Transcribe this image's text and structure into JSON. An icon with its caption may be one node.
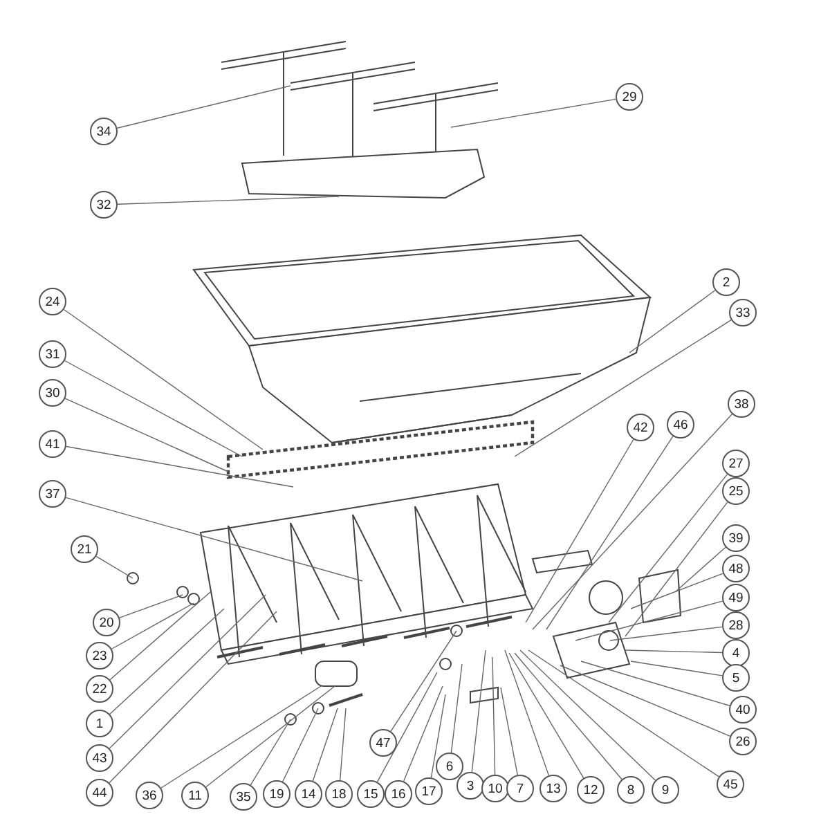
{
  "diagram": {
    "nodes": [
      {
        "text": [
          "34"
        ]
      },
      {
        "text": [
          "29"
        ]
      },
      {
        "text": [
          "32"
        ]
      },
      {
        "text": [
          "24"
        ]
      },
      {
        "text": [
          "2"
        ]
      },
      {
        "text": [
          "33"
        ]
      },
      {
        "text": [
          "31"
        ]
      },
      {
        "text": [
          "30"
        ]
      },
      {
        "text": [
          "38"
        ]
      },
      {
        "text": [
          "42"
        ]
      },
      {
        "text": [
          "46"
        ]
      },
      {
        "text": [
          "41"
        ]
      },
      {
        "text": [
          "27"
        ]
      },
      {
        "text": [
          "25"
        ]
      },
      {
        "text": [
          "37"
        ]
      },
      {
        "text": [
          "21"
        ]
      },
      {
        "text": [
          "39"
        ]
      },
      {
        "text": [
          "48"
        ]
      },
      {
        "text": [
          "20"
        ]
      },
      {
        "text": [
          "49"
        ]
      },
      {
        "text": [
          "28"
        ]
      },
      {
        "text": [
          "23"
        ]
      },
      {
        "text": [
          "4"
        ]
      },
      {
        "text": [
          "22"
        ]
      },
      {
        "text": [
          "5"
        ]
      },
      {
        "text": [
          "40"
        ]
      },
      {
        "text": [
          "1"
        ]
      },
      {
        "text": [
          "26"
        ]
      },
      {
        "text": [
          "47"
        ]
      },
      {
        "text": [
          "6"
        ]
      },
      {
        "text": [
          "43"
        ]
      },
      {
        "text": [
          "45"
        ]
      },
      {
        "text": [
          "3"
        ]
      },
      {
        "text": [
          "10"
        ]
      },
      {
        "text": [
          "7"
        ]
      },
      {
        "text": [
          "13"
        ]
      },
      {
        "text": [
          "12"
        ]
      },
      {
        "text": [
          "8"
        ]
      },
      {
        "text": [
          "9"
        ]
      },
      {
        "text": [
          "44"
        ]
      },
      {
        "text": [
          "36"
        ]
      },
      {
        "text": [
          "11"
        ]
      },
      {
        "text": [
          "35"
        ]
      },
      {
        "text": [
          "19"
        ]
      },
      {
        "text": [
          "14"
        ]
      },
      {
        "text": [
          "18"
        ]
      },
      {
        "text": [
          "15"
        ]
      },
      {
        "text": [
          "16"
        ]
      },
      {
        "text": [
          "17"
        ]
      }
    ],
    "edges": [
      {
        "from": 0,
        "to": null,
        "arrow": "none"
      },
      {
        "from": 1,
        "to": null,
        "arrow": "none"
      },
      {
        "from": 2,
        "to": null,
        "arrow": "none"
      },
      {
        "from": 3,
        "to": null,
        "arrow": "none"
      },
      {
        "from": 4,
        "to": null,
        "arrow": "none"
      },
      {
        "from": 5,
        "to": null,
        "arrow": "none"
      },
      {
        "from": 6,
        "to": null,
        "arrow": "none"
      },
      {
        "from": 7,
        "to": null,
        "arrow": "none"
      },
      {
        "from": 8,
        "to": null,
        "arrow": "none"
      },
      {
        "from": 9,
        "to": null,
        "arrow": "none"
      },
      {
        "from": 10,
        "to": null,
        "arrow": "none"
      },
      {
        "from": 11,
        "to": null,
        "arrow": "none"
      },
      {
        "from": 12,
        "to": null,
        "arrow": "none"
      },
      {
        "from": 13,
        "to": null,
        "arrow": "none"
      },
      {
        "from": 14,
        "to": null,
        "arrow": "none"
      },
      {
        "from": 15,
        "to": null,
        "arrow": "none"
      },
      {
        "from": 16,
        "to": null,
        "arrow": "none"
      },
      {
        "from": 17,
        "to": null,
        "arrow": "none"
      },
      {
        "from": 18,
        "to": null,
        "arrow": "none"
      },
      {
        "from": 19,
        "to": null,
        "arrow": "none"
      },
      {
        "from": 20,
        "to": null,
        "arrow": "none"
      },
      {
        "from": 21,
        "to": null,
        "arrow": "none"
      },
      {
        "from": 22,
        "to": null,
        "arrow": "none"
      },
      {
        "from": 23,
        "to": null,
        "arrow": "none"
      },
      {
        "from": 24,
        "to": null,
        "arrow": "none"
      },
      {
        "from": 25,
        "to": null,
        "arrow": "none"
      },
      {
        "from": 26,
        "to": null,
        "arrow": "none"
      },
      {
        "from": 27,
        "to": null,
        "arrow": "none"
      },
      {
        "from": 28,
        "to": null,
        "arrow": "none"
      },
      {
        "from": 29,
        "to": null,
        "arrow": "none"
      },
      {
        "from": 30,
        "to": null,
        "arrow": "none"
      },
      {
        "from": 31,
        "to": null,
        "arrow": "none"
      },
      {
        "from": 32,
        "to": null,
        "arrow": "none"
      },
      {
        "from": 33,
        "to": null,
        "arrow": "none"
      },
      {
        "from": 34,
        "to": null,
        "arrow": "none"
      },
      {
        "from": 35,
        "to": null,
        "arrow": "none"
      },
      {
        "from": 36,
        "to": null,
        "arrow": "none"
      },
      {
        "from": 37,
        "to": null,
        "arrow": "none"
      },
      {
        "from": 38,
        "to": null,
        "arrow": "none"
      },
      {
        "from": 39,
        "to": null,
        "arrow": "none"
      },
      {
        "from": 40,
        "to": null,
        "arrow": "none"
      },
      {
        "from": 41,
        "to": null,
        "arrow": "none"
      },
      {
        "from": 42,
        "to": null,
        "arrow": "none"
      },
      {
        "from": 43,
        "to": null,
        "arrow": "none"
      },
      {
        "from": 44,
        "to": null,
        "arrow": "none"
      },
      {
        "from": 45,
        "to": null,
        "arrow": "none"
      },
      {
        "from": 46,
        "to": null,
        "arrow": "none"
      },
      {
        "from": 47,
        "to": null,
        "arrow": "none"
      },
      {
        "from": 48,
        "to": null,
        "arrow": "none"
      }
    ]
  }
}
